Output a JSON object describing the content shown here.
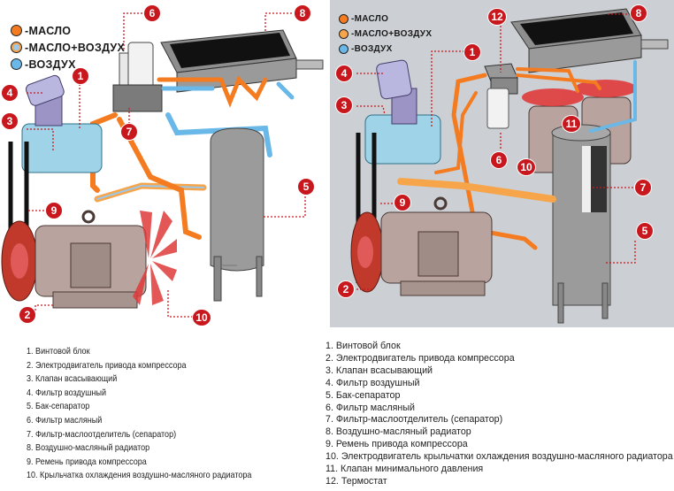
{
  "colors": {
    "oil": "#f47b20",
    "oil_air_fill": "#9cc8ea",
    "oil_air_ring": "#f7a54a",
    "air": "#6ab8e8",
    "marker": "#c8181e",
    "right_panel_bg": "#ccd0d4"
  },
  "left_diagram": {
    "legend": [
      {
        "label": "-МАСЛО",
        "type": "oil"
      },
      {
        "label": "-МАСЛО+ВОЗДУХ",
        "type": "oil_air"
      },
      {
        "label": "-ВОЗДУХ",
        "type": "air"
      }
    ],
    "markers": [
      "1",
      "2",
      "3",
      "4",
      "5",
      "6",
      "7",
      "8",
      "9",
      "10"
    ],
    "captions": [
      "1. Винтовой блок",
      "2. Электродвигатель привода компрессора",
      "3. Клапан всасывающий",
      "4. Фильтр воздушный",
      "5. Бак-сепаратор",
      "6. Фильтр масляный",
      "7. Фильтр-маслоотделитель (сепаратор)",
      "8. Воздушно-масляный радиатор",
      "9. Ремень привода компрессора",
      "10. Крыльчатка охлаждения воздушно-масляного радиатора"
    ]
  },
  "right_diagram": {
    "legend": [
      {
        "label": "-МАСЛО",
        "type": "oil"
      },
      {
        "label": "-МАСЛО+ВОЗДУХ",
        "type": "oil_air"
      },
      {
        "label": "-ВОЗДУХ",
        "type": "air"
      }
    ],
    "markers": [
      "1",
      "2",
      "3",
      "4",
      "5",
      "6",
      "7",
      "8",
      "9",
      "10",
      "11",
      "12"
    ],
    "captions": [
      "1. Винтовой блок",
      "2. Электродвигатель привода компрессора",
      "3. Клапан всасывающий",
      "4. Фильтр воздушный",
      "5. Бак-сепаратор",
      "6. Фильтр масляный",
      "7. Фильтр-маслоотделитель (сепаратор)",
      "8. Воздушно-масляный радиатор",
      "9. Ремень привода компрессора",
      "10. Электродвигатель крыльчатки охлаждения воздушно-масляного радиатора",
      "11. Клапан минимального давления",
      "12. Термостат"
    ]
  }
}
